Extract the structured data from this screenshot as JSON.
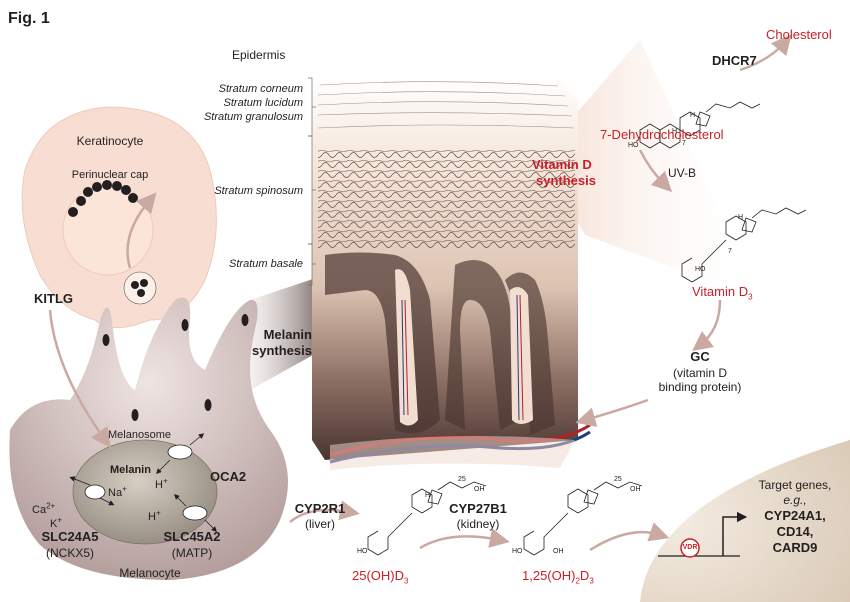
{
  "figure": {
    "label": "Fig. 1"
  },
  "skin": {
    "epidermis": "Epidermis",
    "corneum": "Stratum corneum",
    "lucidum": "Stratum lucidum",
    "granulosum": "Stratum granulosum",
    "spinosum": "Stratum spinosum",
    "basale": "Stratum basale"
  },
  "cells": {
    "keratinocyte": "Keratinocyte",
    "perinuclear_cap": "Perinuclear cap",
    "kitlg": "KITLG",
    "melanin_synthesis_1": "Melanin",
    "melanin_synthesis_2": "synthesis",
    "melanosome": "Melanosome",
    "melanin": "Melanin",
    "na": "Na",
    "na_sup": "+",
    "ca": "Ca",
    "ca_sup": "2+",
    "k": "K",
    "k_sup": "+",
    "h1": "H",
    "h1_sup": "+",
    "h2": "H",
    "h2_sup": "+",
    "oca2": "OCA2",
    "slc24a5": "SLC24A5",
    "nckx5": "(NCKX5)",
    "slc45a2": "SLC45A2",
    "matp": "(MATP)",
    "melanocyte": "Melanocyte"
  },
  "pathway": {
    "cholesterol": "Cholesterol",
    "dhcr7": "DHCR7",
    "dehydro": "7-Dehydrocholesterol",
    "vitd_synth_1": "Vitamin D",
    "vitd_synth_2": "synthesis",
    "uvb": "UV-B",
    "vitamin_d3": "Vitamin D",
    "vitamin_d3_sub": "3",
    "gc": "GC",
    "gc_desc_1": "(vitamin D",
    "gc_desc_2": "binding protein)",
    "cyp2r1": "CYP2R1",
    "liver": "(liver)",
    "cyp27b1": "CYP27B1",
    "kidney": "(kidney)",
    "ohd3_a": "25(OH)D",
    "ohd3_sub": "3",
    "ohd3_b_1": "1,25(OH)",
    "ohd3_b_sub1": "2",
    "ohd3_b_2": "D",
    "ohd3_b_sub2": "3"
  },
  "molecule_labels": {
    "ho1": "HO",
    "ho2": "HO",
    "ho3": "HO",
    "ho4": "HO",
    "oh4": "OH",
    "oh1": "OH",
    "oh2": "OH",
    "n25a": "25",
    "n25b": "25",
    "h_a": "H",
    "h_b": "H",
    "h_c": "H",
    "h_d": "H",
    "n7a": "7",
    "n7b": "7"
  },
  "nucleus": {
    "vdr": "VDR",
    "target_1": "Target genes,",
    "target_2": "e.g.,",
    "gene_1": "CYP24A1,",
    "gene_2": "CD14,",
    "gene_3": "CARD9"
  },
  "colors": {
    "red_text": "#c8202a",
    "arrow": "#c9a9a1",
    "keratinocyte": "#f7ddd2",
    "melanocyte": "#a88f8c",
    "melanin_dot": "#231f20",
    "vdr": "#c8202a"
  }
}
